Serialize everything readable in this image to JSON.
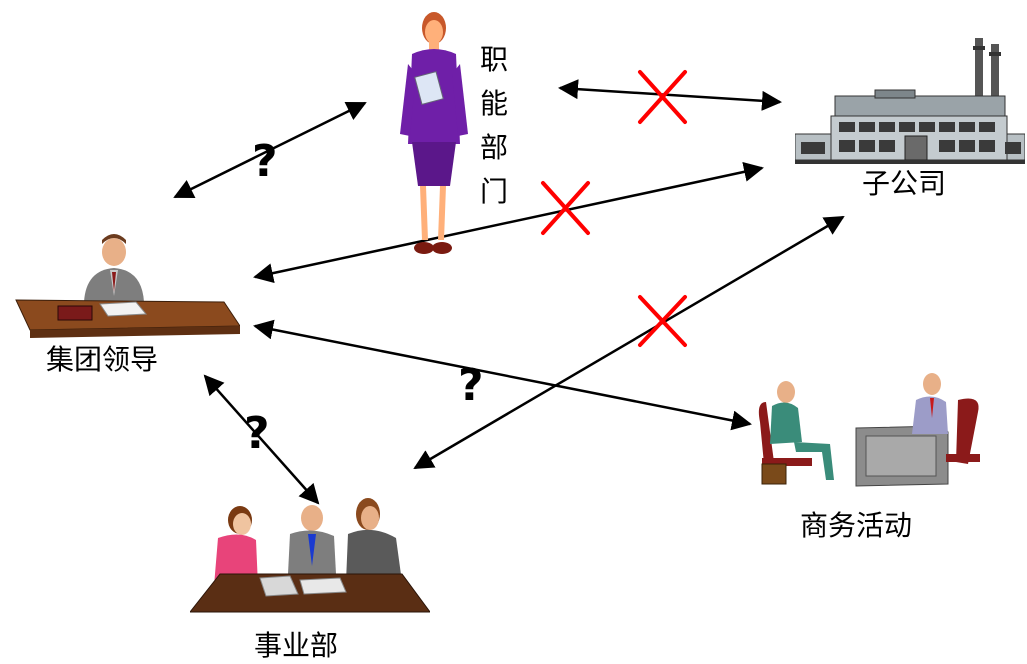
{
  "nodes": {
    "functional_dept": {
      "label": [
        "职",
        "能",
        "部",
        "门"
      ],
      "icon": "businesswoman-icon"
    },
    "subsidiary": {
      "label": "子公司",
      "icon": "factory-icon"
    },
    "group_leader": {
      "label": "集团领导",
      "icon": "executive-at-desk-icon"
    },
    "business_activity": {
      "label": "商务活动",
      "icon": "business-meeting-icon"
    },
    "business_division": {
      "label": "事业部",
      "icon": "team-meeting-icon"
    }
  },
  "relations": [
    {
      "from": "group_leader",
      "to": "functional_dept",
      "mark": "?"
    },
    {
      "from": "functional_dept",
      "to": "subsidiary",
      "mark": "✕"
    },
    {
      "from": "group_leader",
      "to": "subsidiary",
      "mark": "✕"
    },
    {
      "from": "business_division",
      "to": "subsidiary",
      "mark": "✕"
    },
    {
      "from": "group_leader",
      "to": "business_activity",
      "mark": "?"
    },
    {
      "from": "group_leader",
      "to": "business_division",
      "mark": "?"
    }
  ],
  "colors": {
    "arrow": "#000000",
    "cross_mark": "#ff0000",
    "question_mark": "#000000",
    "desk": "#8b4a1e",
    "suit_purple": "#6f1fa8"
  }
}
